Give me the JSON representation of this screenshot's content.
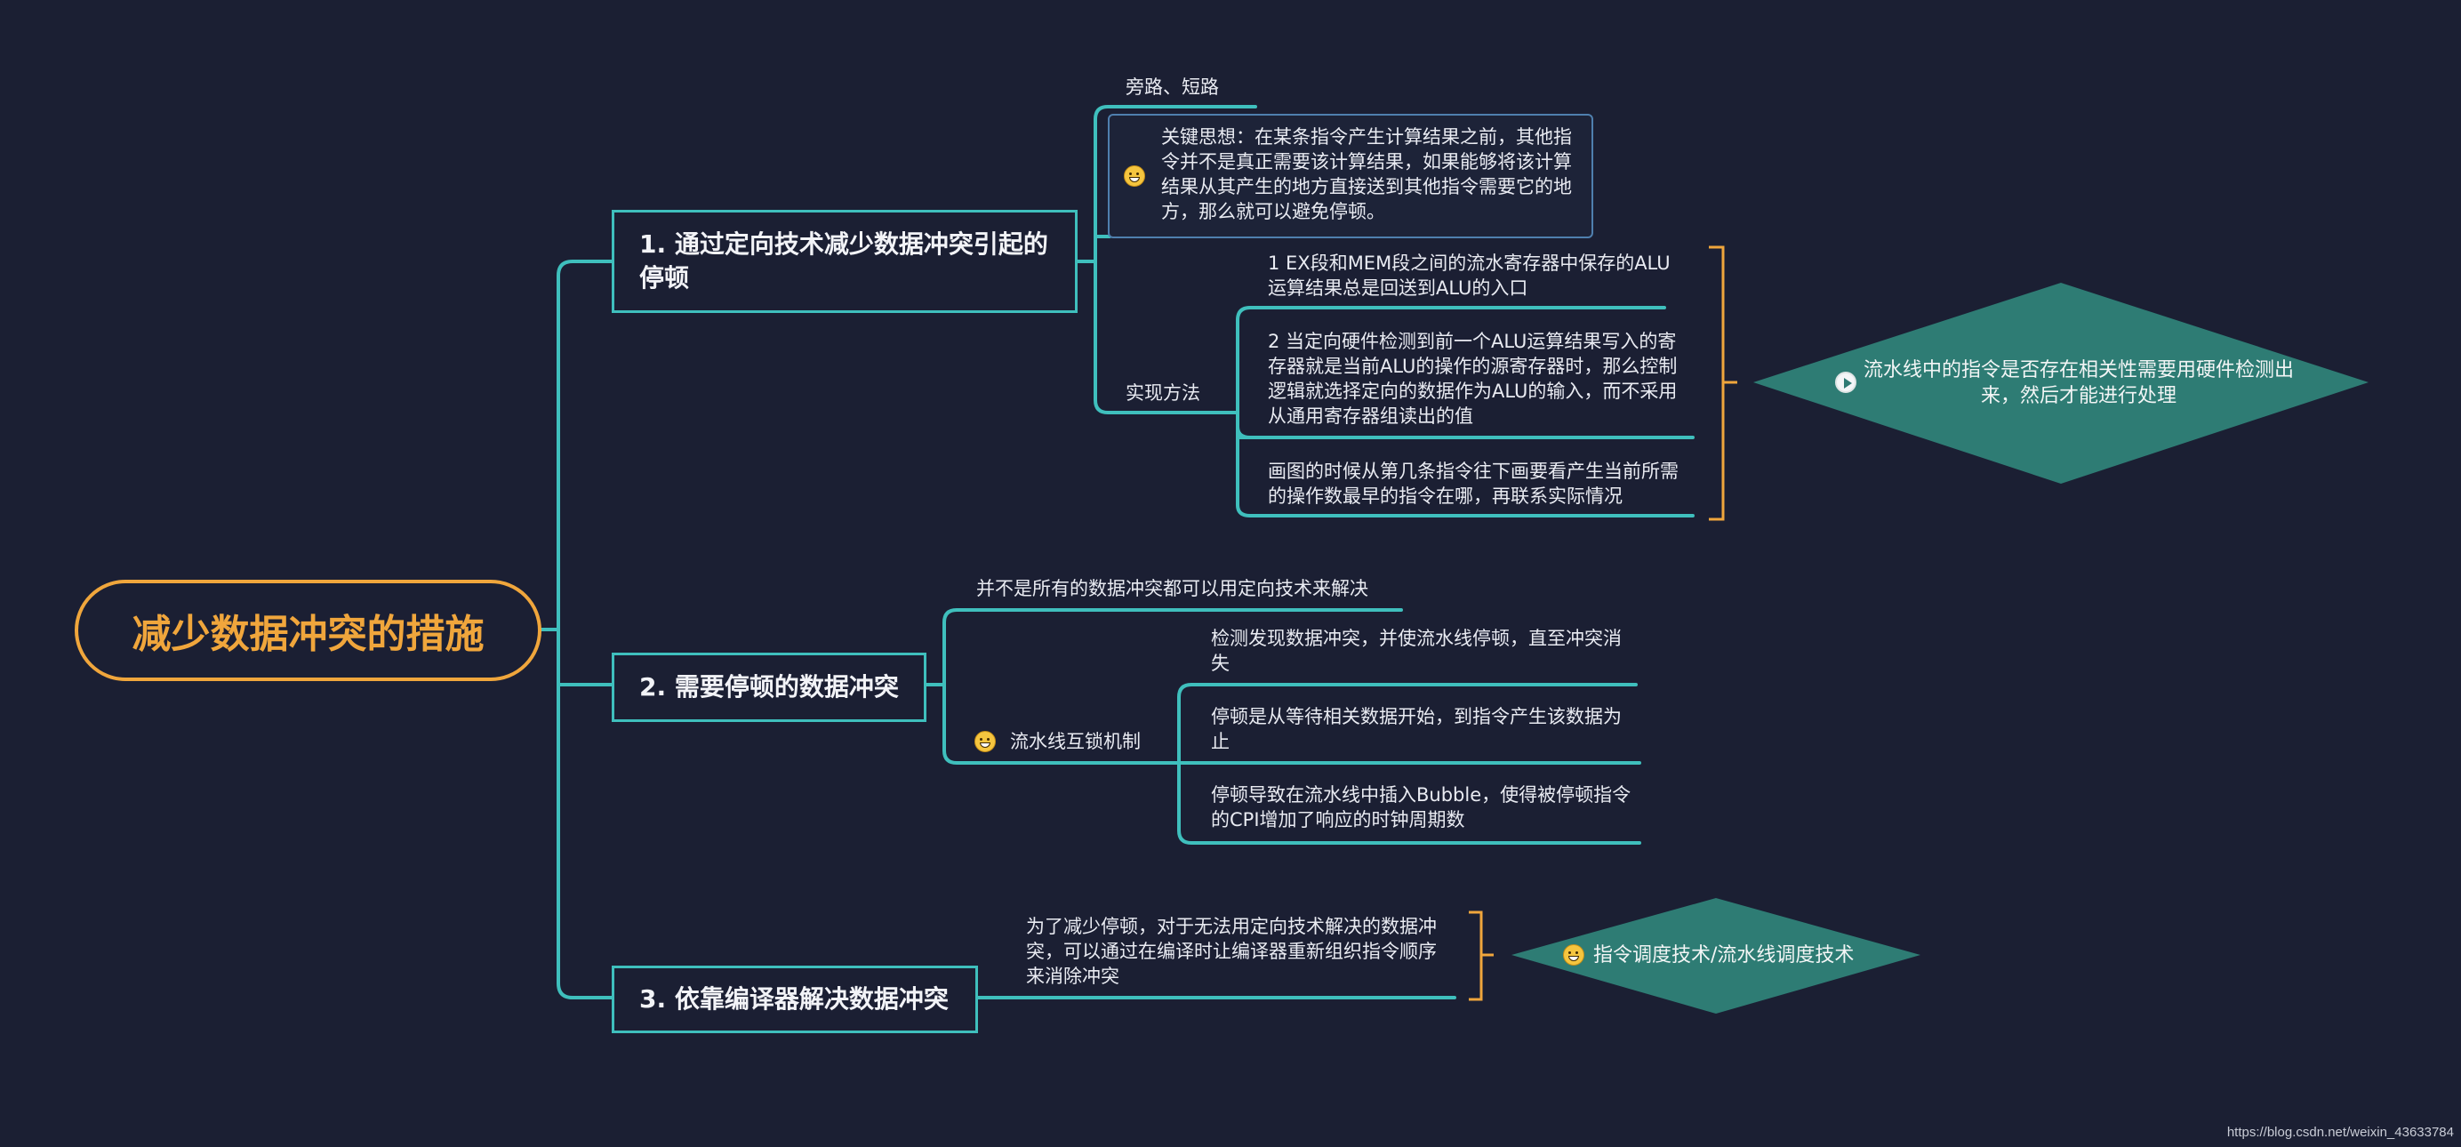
{
  "root": {
    "label": "减少数据冲突的措施"
  },
  "branches": [
    {
      "label": "1. 通过定向技术减少数据冲突引起的停顿",
      "aside": "旁路、短路",
      "key_note": "关键思想：在某条指令产生计算结果之前，其他指令并不是真正需要该计算结果，如果能够将该计算结果从其产生的地方直接送到其他指令需要它的地方，那么就可以避免停顿。",
      "method": {
        "label": "实现方法",
        "items": [
          "1 EX段和MEM段之间的流水寄存器中保存的ALU运算结果总是回送到ALU的入口",
          "2 当定向硬件检测到前一个ALU运算结果写入的寄存器就是当前ALU的操作的源寄存器时，那么控制逻辑就选择定向的数据作为ALU的输入，而不采用从通用寄存器组读出的值",
          "画图的时候从第几条指令往下画要看产生当前所需的操作数最早的指令在哪，再联系实际情况"
        ],
        "summary": "流水线中的指令是否存在相关性需要用硬件检测出来，然后才能进行处理"
      }
    },
    {
      "label": "2. 需要停顿的数据冲突",
      "note": "并不是所有的数据冲突都可以用定向技术来解决",
      "interlock": {
        "label": "流水线互锁机制",
        "items": [
          "检测发现数据冲突，并使流水线停顿，直至冲突消失",
          "停顿是从等待相关数据开始，到指令产生该数据为止",
          "停顿导致在流水线中插入Bubble，使得被停顿指令的CPI增加了响应的时钟周期数"
        ]
      }
    },
    {
      "label": "3. 依靠编译器解决数据冲突",
      "note": "为了减少停顿，对于无法用定向技术解决的数据冲突，可以通过在编译时让编译器重新组织指令顺序来消除冲突",
      "summary": "指令调度技术/流水线调度技术"
    }
  ],
  "footer": "https://blog.csdn.net/weixin_43633784",
  "colors": {
    "background": "#1b1f33",
    "line": "#3fbfbd",
    "root": "#f0a63c",
    "bracket": "#f0a63c",
    "diamond": "#2e7c74"
  }
}
